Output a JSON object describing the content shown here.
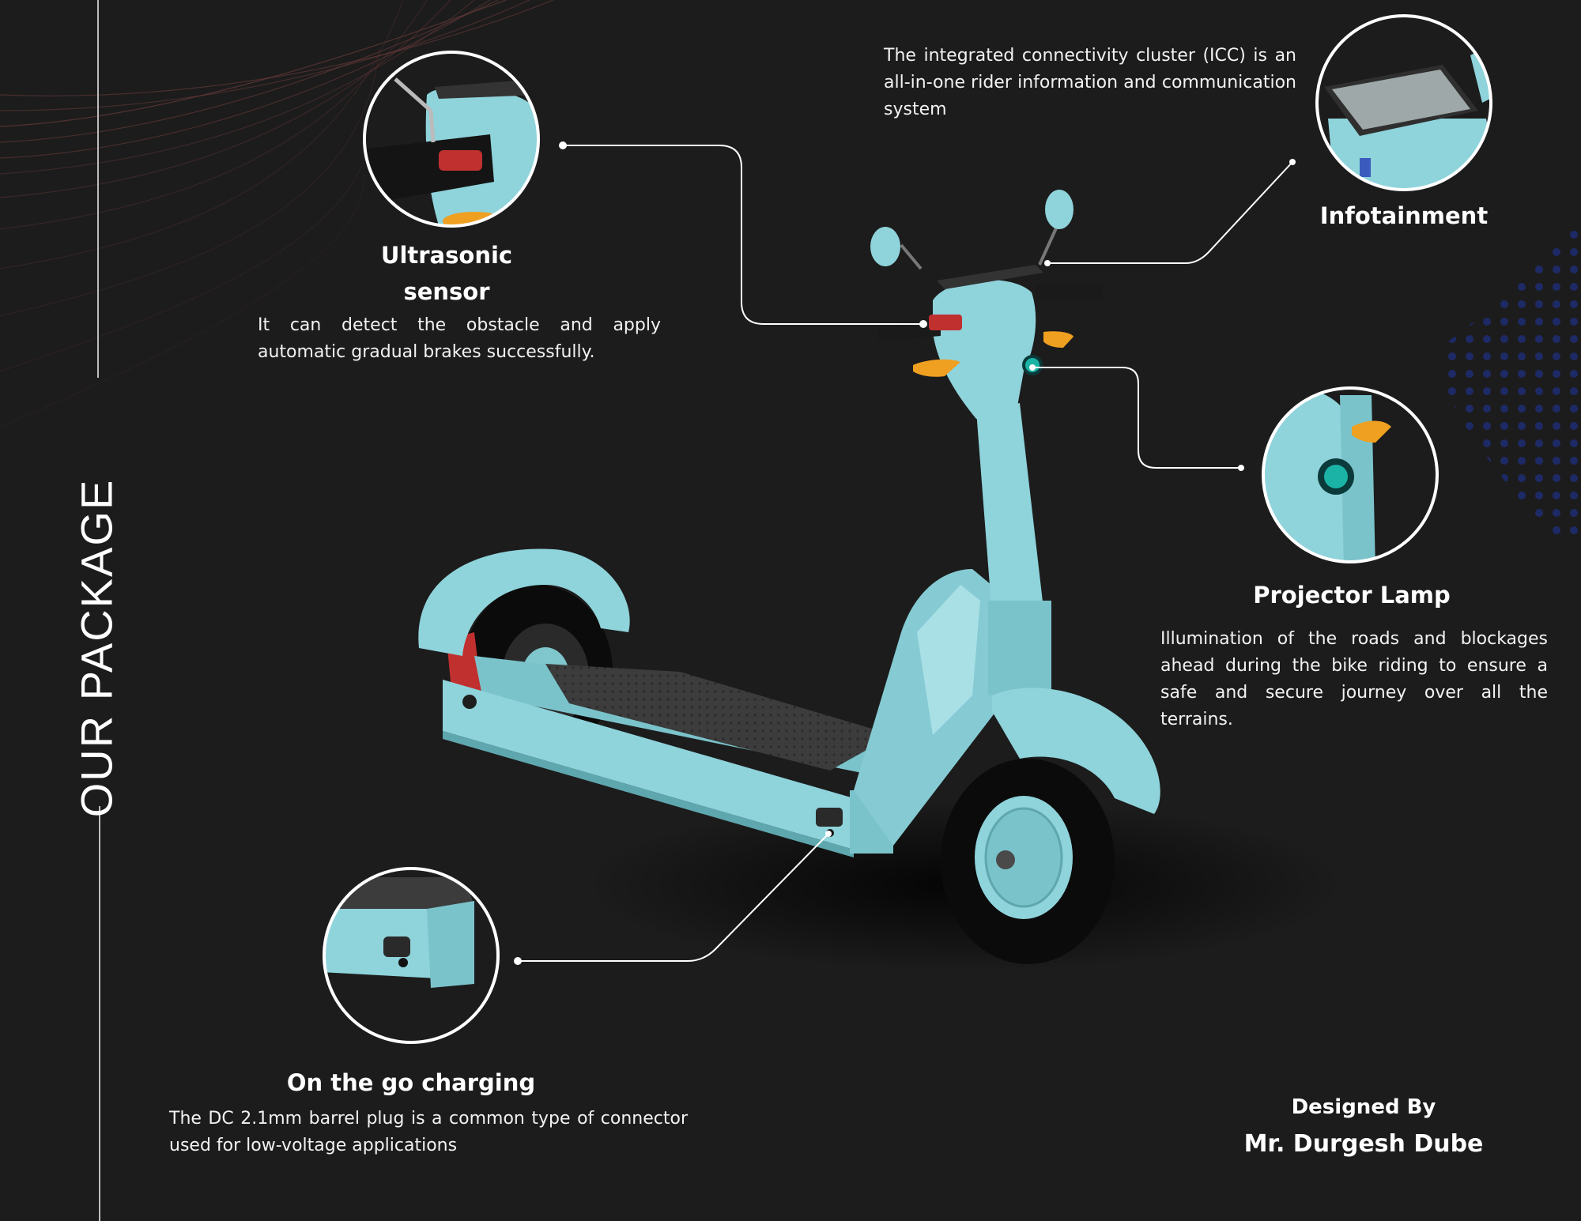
{
  "page_title": "OUR PACKAGE",
  "features": {
    "ultrasonic": {
      "heading_line1": "Ultrasonic",
      "heading_line2": "sensor",
      "description": "It can detect the obstacle and apply automatic gradual brakes successfully."
    },
    "infotainment": {
      "heading": "Infotainment",
      "description": "The integrated connectivity cluster (ICC) is an all-in-one rider information and communication system"
    },
    "projector": {
      "heading": "Projector Lamp",
      "description": "Illumination of the roads and blockages ahead during the bike riding to ensure a safe and secure journey over all the terrains."
    },
    "charging": {
      "heading": "On the go charging",
      "description": "The DC 2.1mm barrel plug is a common type of connector used for low-voltage applications"
    }
  },
  "credits": {
    "label": "Designed By",
    "name": "Mr. Durgesh Dube"
  },
  "colors": {
    "background": "#1c1c1c",
    "scooter_body": "#8fd3db",
    "accent_red": "#c0302f",
    "indicator_amber": "#f0a020",
    "lamp_teal": "#1ab3a6",
    "dot_pattern": "#1d2b6e"
  }
}
